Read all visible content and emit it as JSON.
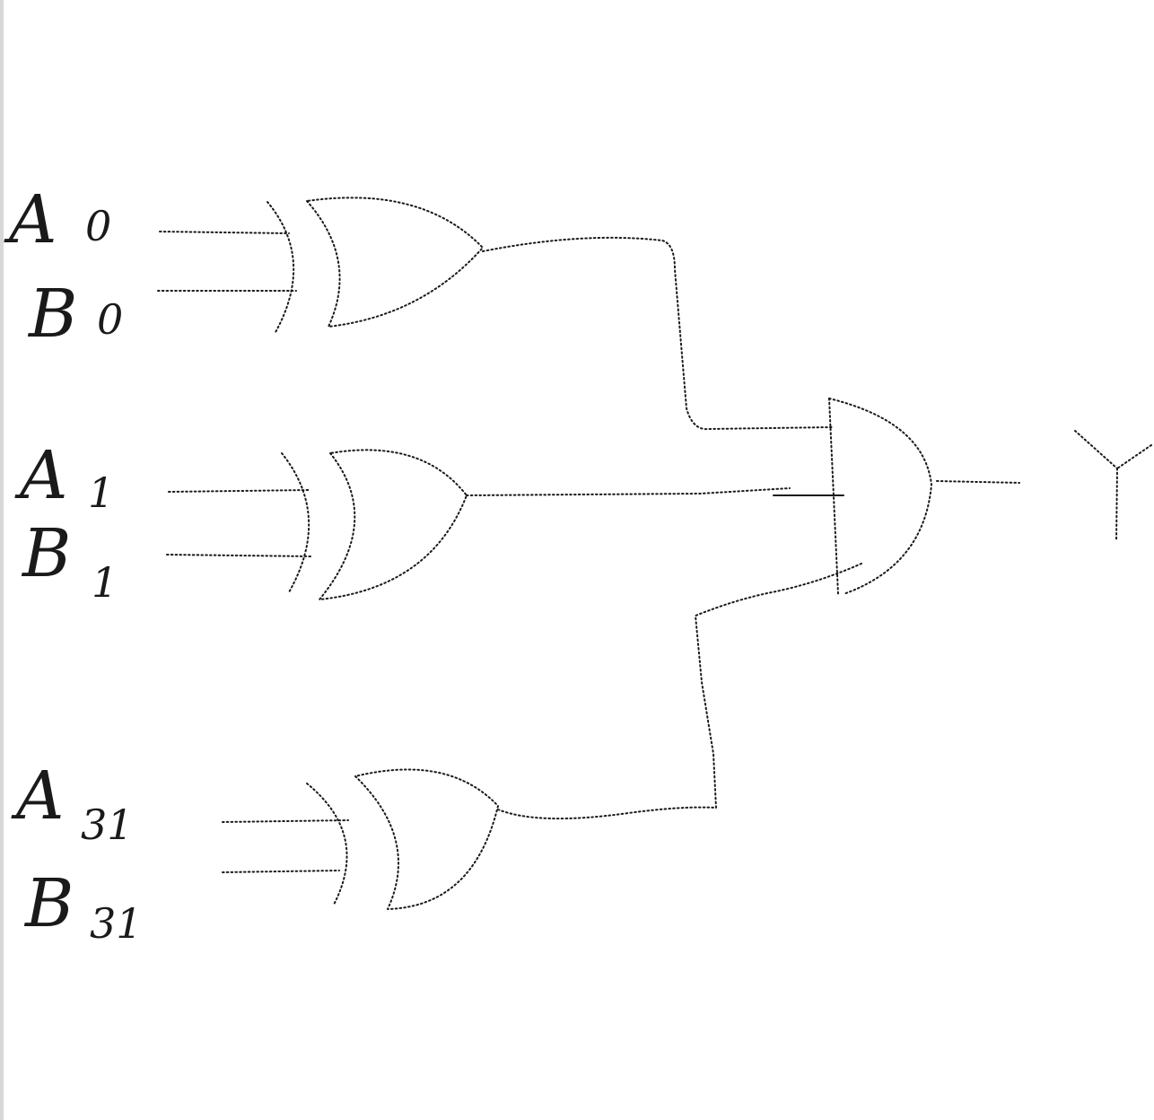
{
  "diagram": {
    "inputs": [
      {
        "letter": "A",
        "sub": "0"
      },
      {
        "letter": "B",
        "sub": "0"
      },
      {
        "letter": "A",
        "sub": "1"
      },
      {
        "letter": "B",
        "sub": "1"
      },
      {
        "letter": "A",
        "sub": "31"
      },
      {
        "letter": "B",
        "sub": "31"
      }
    ],
    "output": "Y",
    "gates": [
      {
        "type": "XOR",
        "inputs": [
          "A0",
          "B0"
        ]
      },
      {
        "type": "XOR",
        "inputs": [
          "A1",
          "B1"
        ]
      },
      {
        "type": "XOR",
        "inputs": [
          "A31",
          "B31"
        ]
      },
      {
        "type": "AND",
        "inputs": [
          "xor0",
          "xor1",
          "xor31"
        ],
        "output": "Y"
      }
    ],
    "ink_color": "#1a1a1a",
    "style": "hand-drawn dotted strokes on white background"
  }
}
